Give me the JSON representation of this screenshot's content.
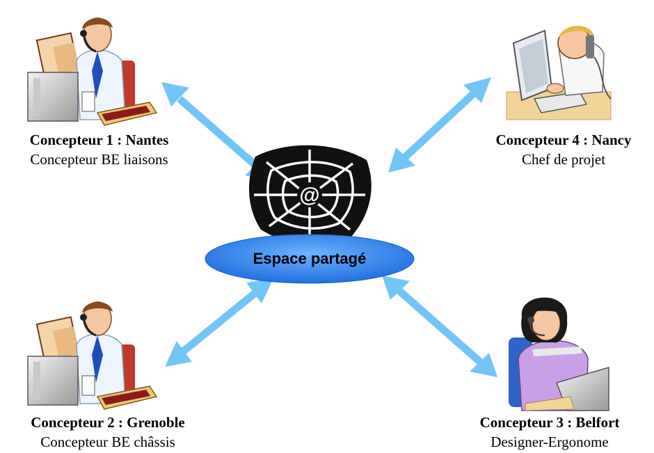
{
  "hub": {
    "label": "Espace partagé",
    "icon": "web-at-icon",
    "color": "#2f7fe8"
  },
  "arrow_color": "#72c6f5",
  "nodes": [
    {
      "id": "nantes",
      "title": "Concepteur 1 : Nantes",
      "role": "Concepteur BE liaisons",
      "icon": "man-headset-at-desk-icon"
    },
    {
      "id": "nancy",
      "title": "Concepteur 4 : Nancy",
      "role": "Chef de projet",
      "icon": "man-on-phone-at-computer-icon"
    },
    {
      "id": "grenoble",
      "title": "Concepteur 2 : Grenoble",
      "role": "Concepteur BE châssis",
      "icon": "man-headset-at-desk-icon"
    },
    {
      "id": "belfort",
      "title": "Concepteur 3 : Belfort",
      "role": "Designer-Ergonome",
      "icon": "woman-headset-at-computer-icon"
    }
  ]
}
